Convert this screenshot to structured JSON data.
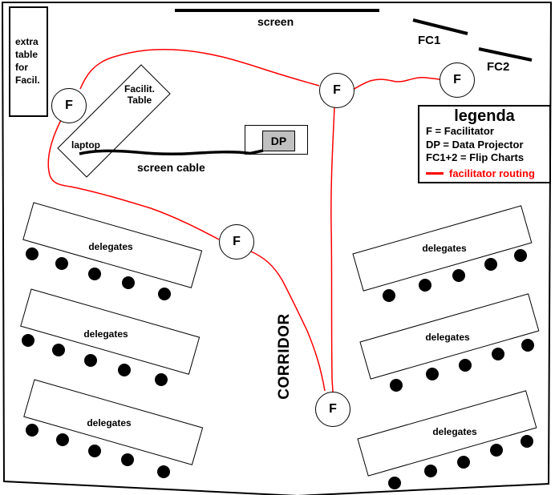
{
  "colors": {
    "routing": "#ff0000",
    "projector_fill": "#c0c0c0",
    "ink": "#000000",
    "background": "#ffffff"
  },
  "top": {
    "screen_label": "screen",
    "flipchart1_label": "FC1",
    "flipchart2_label": "FC2"
  },
  "facilitator": {
    "symbol": "F",
    "count": 5
  },
  "extra_table": {
    "lines": [
      "extra",
      "table",
      "for",
      "Facil."
    ]
  },
  "facilitator_table": {
    "name_line1": "Facilit.",
    "name_line2": "Table",
    "laptop_label": "laptop"
  },
  "projector": {
    "label": "DP"
  },
  "cable_label": "screen cable",
  "corridor_label": "CORRIDOR",
  "legend": {
    "title": "legenda",
    "items": [
      "F = Facilitator",
      "DP = Data Projector",
      "FC1+2 = Flip Charts"
    ],
    "routing_label": "facilitator routing"
  },
  "tables": {
    "left": [
      {
        "label": "delegates",
        "seats": 5
      },
      {
        "label": "delegates",
        "seats": 5
      },
      {
        "label": "delegates",
        "seats": 5
      }
    ],
    "right": [
      {
        "label": "delegates",
        "seats": 5
      },
      {
        "label": "delegates",
        "seats": 5
      },
      {
        "label": "delegates",
        "seats": 5
      }
    ]
  }
}
